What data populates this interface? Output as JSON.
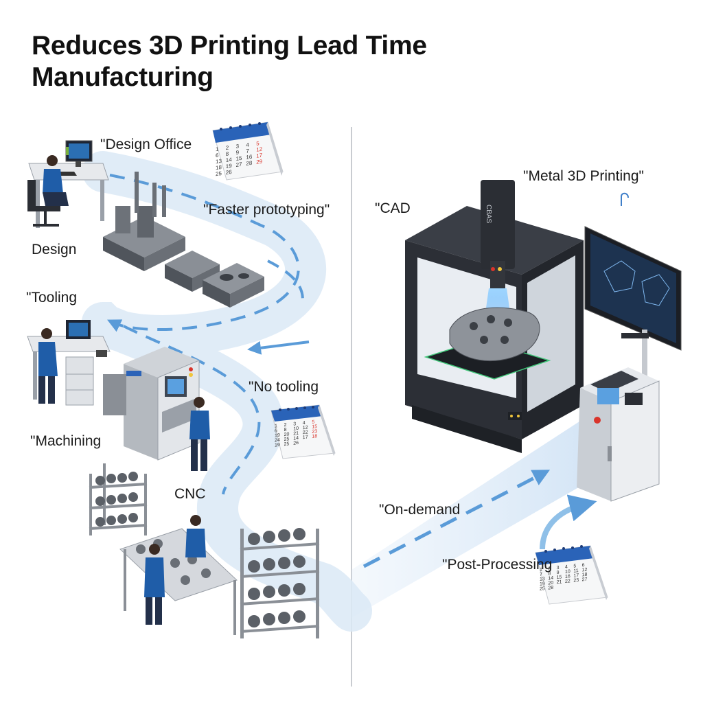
{
  "title": {
    "line1": "Reduces 3D Printing Lead Time",
    "line2": "Manufacturing"
  },
  "left_panel": {
    "labels": {
      "design_office": "\"Design Office",
      "design": "Design",
      "faster_prototyping": "\"Faster prototyping\"",
      "tooling": "\"Tooling",
      "no_tooling": "\"No tooling",
      "machining": "\"Machining",
      "cnc": "CNC"
    },
    "calendar_top": [
      "1",
      "2",
      "3",
      "4",
      "5",
      "6",
      "8",
      "9",
      "7",
      "12",
      "13",
      "14",
      "15",
      "16",
      "17",
      "18",
      "19",
      "27",
      "28",
      "29",
      "25",
      "26"
    ],
    "calendar_mid": [
      "1",
      "2",
      "3",
      "4",
      "5",
      "6",
      "8",
      "10",
      "12",
      "15",
      "19",
      "20",
      "21",
      "22",
      "23",
      "24",
      "25",
      "14",
      "17",
      "18",
      "19",
      "25",
      "26"
    ]
  },
  "right_panel": {
    "labels": {
      "metal_3d_printing": "\"Metal 3D Printing\"",
      "cad": "\"CAD",
      "on_demand": "\"On-demand",
      "post_processing": "\"Post-Processing"
    },
    "printer_brand": "CBAS",
    "calendar_bottom": [
      "1",
      "2",
      "3",
      "4",
      "5",
      "6",
      "7",
      "8",
      "9",
      "10",
      "11",
      "12",
      "13",
      "14",
      "15",
      "16",
      "17",
      "18",
      "19",
      "20",
      "21",
      "22",
      "23",
      "27",
      "25",
      "28"
    ]
  },
  "colors": {
    "path_blue": "#d9e8f6",
    "dash_blue": "#5a9bd8",
    "metal_gray": "#6f737a",
    "machine_dark": "#2c2f36",
    "worker_blue": "#1f5da8",
    "calendar_red": "#d9342b"
  }
}
